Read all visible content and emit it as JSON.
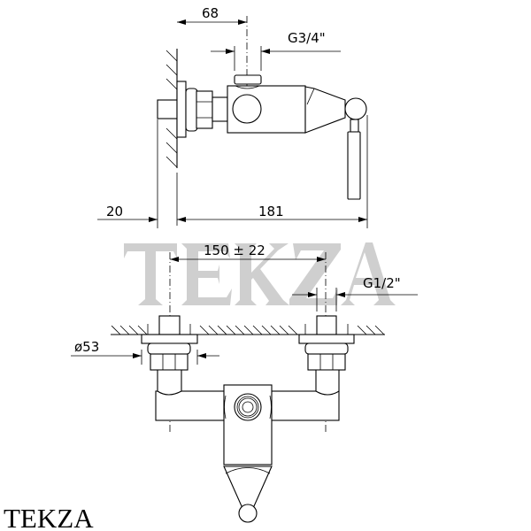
{
  "watermark": "TEKZA",
  "brand": "TEKZA",
  "side_view": {
    "dim_outlet_offset": "68",
    "dim_outlet_thread": "G3/4\"",
    "dim_wall_stub": "20",
    "dim_total_depth": "181"
  },
  "front_view": {
    "dim_center_distance": "150 ± 22",
    "dim_inlet_thread": "G1/2\"",
    "dim_flange_diameter": "ø53"
  }
}
